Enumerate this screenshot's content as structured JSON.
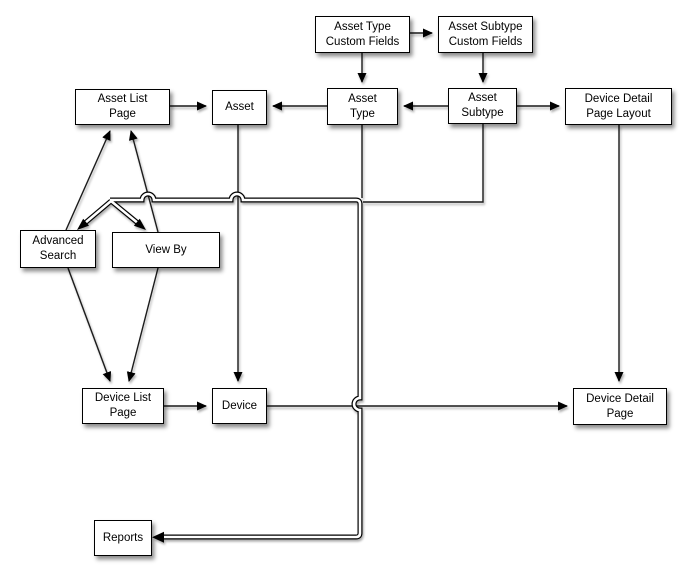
{
  "diagram": {
    "type": "flowchart",
    "colors": {
      "background": "#ffffff",
      "node_fill": "#ffffff",
      "node_border": "#000000",
      "connector": "#1a1a1a"
    },
    "nodes": {
      "asset_type_custom_fields": {
        "label": "Asset Type\nCustom Fields"
      },
      "asset_subtype_custom_fields": {
        "label": "Asset Subtype\nCustom Fields"
      },
      "asset_list_page": {
        "label": "Asset List\nPage"
      },
      "asset": {
        "label": "Asset"
      },
      "asset_type": {
        "label": "Asset\nType"
      },
      "asset_subtype": {
        "label": "Asset\nSubtype"
      },
      "device_detail_page_layout": {
        "label": "Device Detail\nPage Layout"
      },
      "advanced_search": {
        "label": "Advanced\nSearch"
      },
      "view_by": {
        "label": "View By"
      },
      "device_list_page": {
        "label": "Device List\nPage"
      },
      "device": {
        "label": "Device"
      },
      "device_detail_page": {
        "label": "Device Detail\nPage"
      },
      "reports": {
        "label": "Reports"
      }
    },
    "edges": [
      {
        "from": "asset_type_custom_fields",
        "to": "asset_subtype_custom_fields",
        "style": "single"
      },
      {
        "from": "asset_type_custom_fields",
        "to": "asset_type",
        "style": "single"
      },
      {
        "from": "asset_subtype_custom_fields",
        "to": "asset_subtype",
        "style": "single"
      },
      {
        "from": "asset_list_page",
        "to": "asset",
        "style": "single"
      },
      {
        "from": "asset_type",
        "to": "asset",
        "style": "single"
      },
      {
        "from": "asset_subtype",
        "to": "asset_type",
        "style": "single"
      },
      {
        "from": "asset_subtype",
        "to": "device_detail_page_layout",
        "style": "single"
      },
      {
        "from": "advanced_search",
        "to": "asset_list_page",
        "style": "single"
      },
      {
        "from": "view_by",
        "to": "asset_list_page",
        "style": "single"
      },
      {
        "from": "advanced_search",
        "to": "device_list_page",
        "style": "single"
      },
      {
        "from": "view_by",
        "to": "device_list_page",
        "style": "single"
      },
      {
        "from": "asset",
        "to": "device",
        "style": "single"
      },
      {
        "from": "device_list_page",
        "to": "device",
        "style": "single"
      },
      {
        "from": "device",
        "to": "device_detail_page",
        "style": "single"
      },
      {
        "from": "device_detail_page_layout",
        "to": "device_detail_page",
        "style": "single"
      },
      {
        "from": "asset_type",
        "to": "advanced_search",
        "style": "double-channel"
      },
      {
        "from": "asset_type",
        "to": "view_by",
        "style": "double-channel"
      },
      {
        "from": "asset_type",
        "to": "reports",
        "style": "double-channel"
      },
      {
        "from": "asset_subtype",
        "to": "advanced_search",
        "style": "double-channel"
      },
      {
        "from": "asset_subtype",
        "to": "view_by",
        "style": "double-channel"
      },
      {
        "from": "asset_subtype",
        "to": "reports",
        "style": "double-channel"
      }
    ]
  }
}
